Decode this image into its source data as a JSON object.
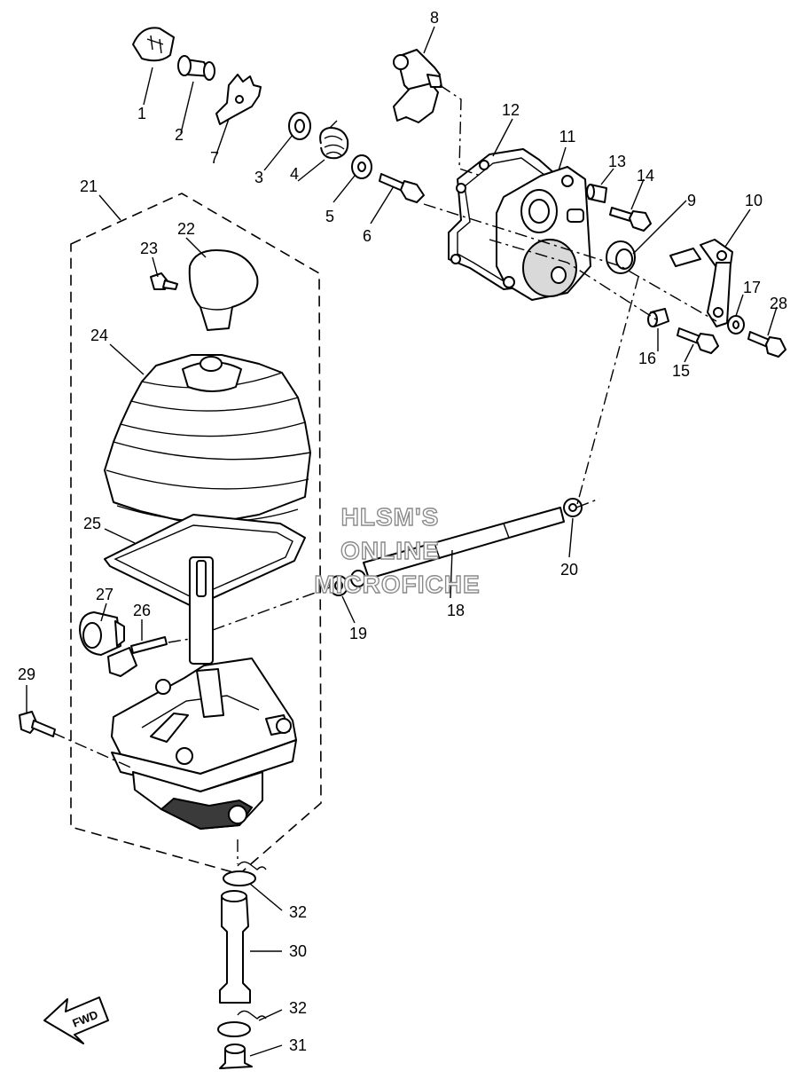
{
  "callouts": {
    "c1": "1",
    "c2": "2",
    "c3": "3",
    "c4": "4",
    "c5": "5",
    "c6": "6",
    "c7": "7",
    "c8": "8",
    "c9": "9",
    "c10": "10",
    "c11": "11",
    "c12": "12",
    "c13": "13",
    "c14": "14",
    "c15": "15",
    "c16": "16",
    "c17": "17",
    "c18": "18",
    "c19": "19",
    "c20": "20",
    "c21": "21",
    "c22": "22",
    "c23": "23",
    "c24": "24",
    "c25": "25",
    "c26": "26",
    "c27": "27",
    "c28": "28",
    "c29": "29",
    "c30": "30",
    "c31": "31",
    "c32a": "32",
    "c32b": "32"
  },
  "watermark": {
    "line1": "HLSM'S",
    "line2": "ONLINE",
    "line3": "MICROFICHE"
  },
  "fwd_label": "FWD"
}
